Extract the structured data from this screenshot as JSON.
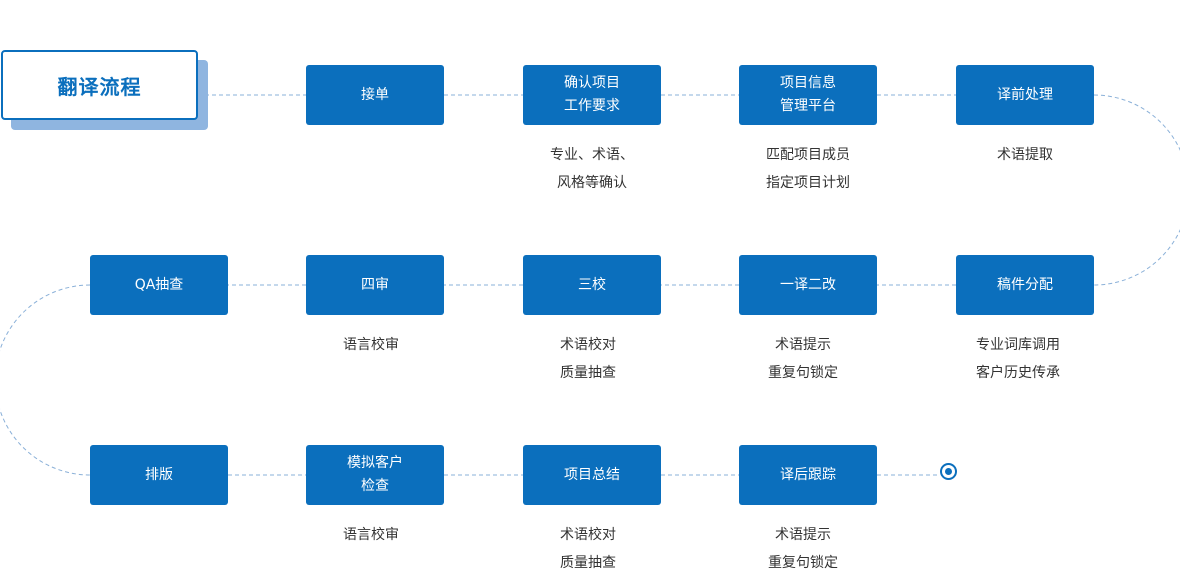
{
  "title": "翻译流程",
  "steps": [
    {
      "lines": [
        "接单"
      ],
      "notes": []
    },
    {
      "lines": [
        "确认项目",
        "工作要求"
      ],
      "notes": [
        "专业、术语、",
        "风格等确认"
      ]
    },
    {
      "lines": [
        "项目信息",
        "管理平台"
      ],
      "notes": [
        "匹配项目成员",
        "指定项目计划"
      ]
    },
    {
      "lines": [
        "译前处理"
      ],
      "notes": [
        "术语提取"
      ]
    },
    {
      "lines": [
        "稿件分配"
      ],
      "notes": [
        "专业词库调用",
        "客户历史传承"
      ]
    },
    {
      "lines": [
        "一译二改"
      ],
      "notes": [
        "术语提示",
        "重复句锁定"
      ]
    },
    {
      "lines": [
        "三校"
      ],
      "notes": [
        "术语校对",
        "质量抽查"
      ]
    },
    {
      "lines": [
        "四审"
      ],
      "notes": [
        "语言校审"
      ]
    },
    {
      "lines": [
        "QA抽查"
      ],
      "notes": []
    },
    {
      "lines": [
        "排版"
      ],
      "notes": []
    },
    {
      "lines": [
        "模拟客户",
        "检查"
      ],
      "notes": [
        "语言校审"
      ]
    },
    {
      "lines": [
        "项目总结"
      ],
      "notes": [
        "术语校对",
        "质量抽查"
      ]
    },
    {
      "lines": [
        "译后跟踪"
      ],
      "notes": [
        "术语提示",
        "重复句锁定"
      ]
    }
  ],
  "colors": {
    "primary": "#0b6fbd",
    "shadow": "#8fb5e0",
    "connector": "#8ab0d8",
    "note_text": "#333333"
  }
}
